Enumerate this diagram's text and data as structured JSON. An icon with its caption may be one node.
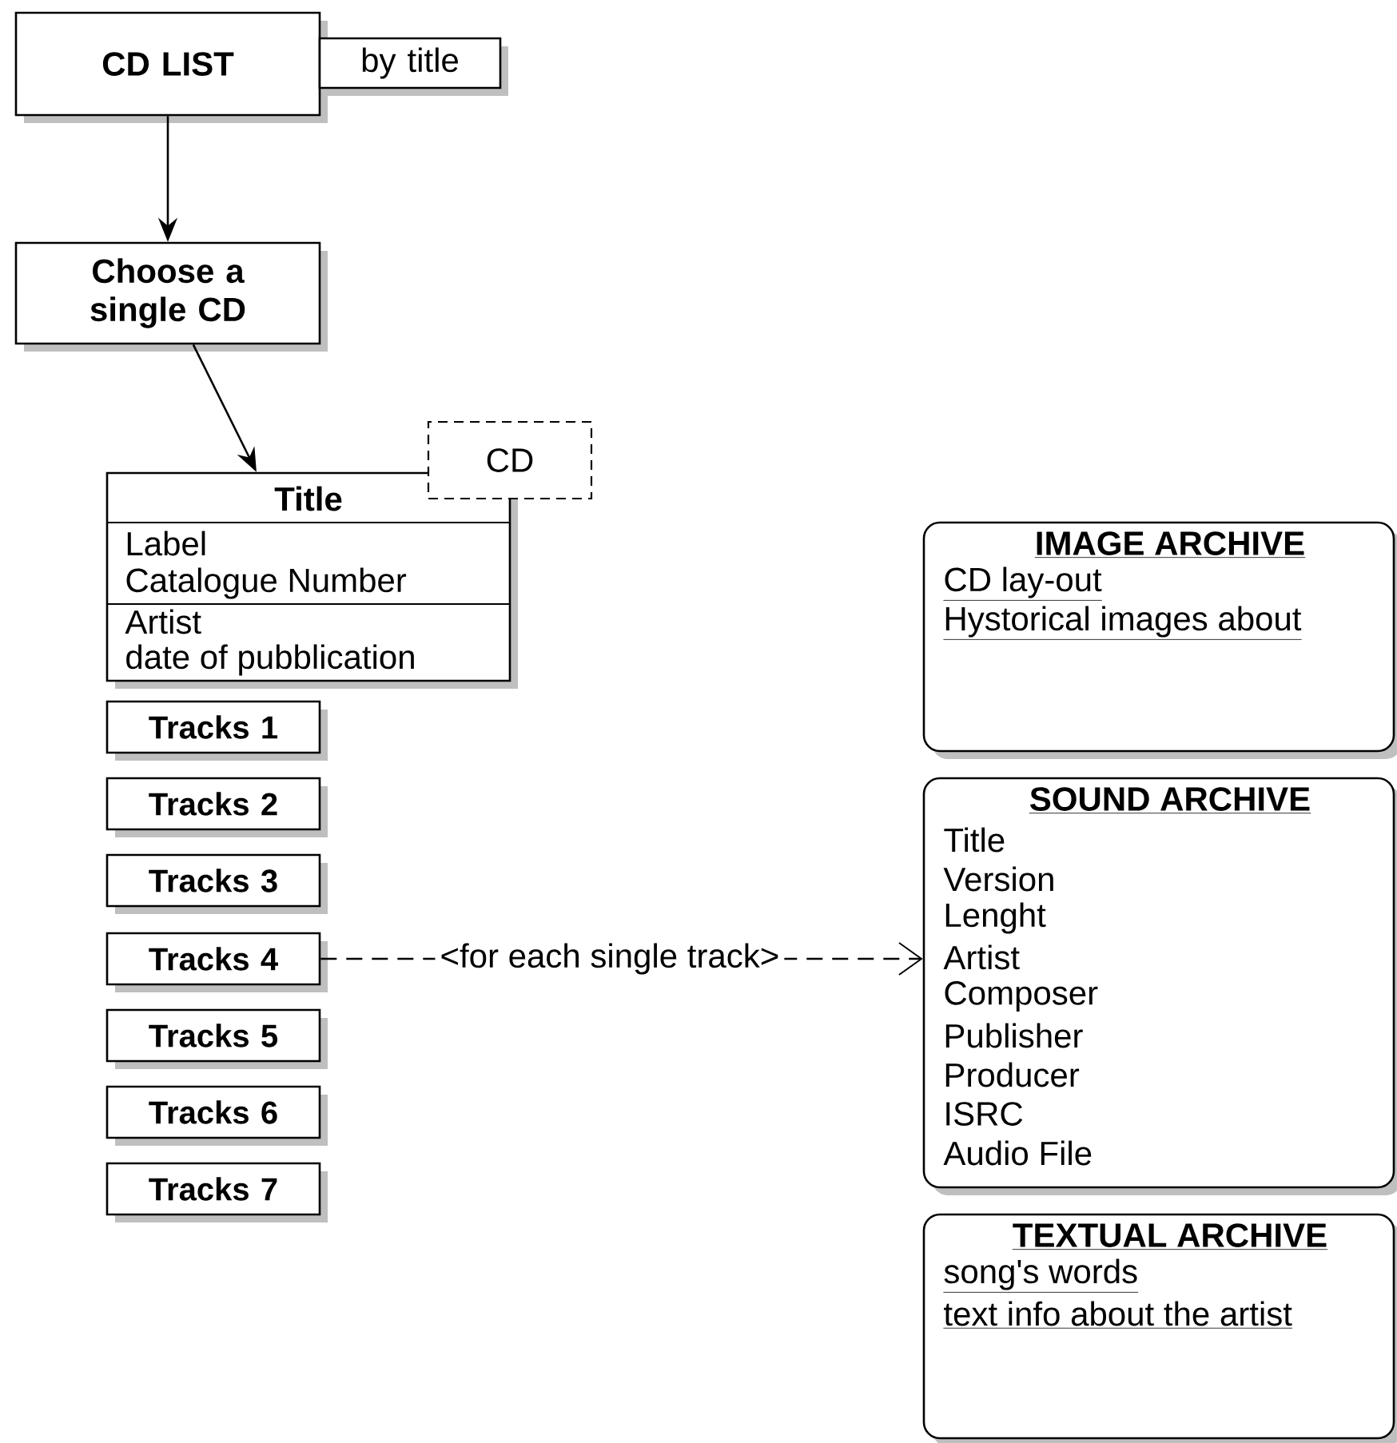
{
  "diagram": {
    "nodes": [
      {
        "text": [
          "CD LIST"
        ]
      },
      {
        "text": [
          "by title"
        ]
      },
      {
        "text": [
          "Choose a single CD"
        ]
      },
      {
        "text": [
          "Title",
          "Label",
          "Catalogue Number",
          "Artist",
          "date of pubblication"
        ]
      },
      {
        "text": [
          "CD"
        ]
      },
      {
        "text": [
          "Tracks 1"
        ]
      },
      {
        "text": [
          "Tracks 2"
        ]
      },
      {
        "text": [
          "Tracks 3"
        ]
      },
      {
        "text": [
          "Tracks 4"
        ]
      },
      {
        "text": [
          "Tracks 5"
        ]
      },
      {
        "text": [
          "Tracks 6"
        ]
      },
      {
        "text": [
          "Tracks 7"
        ]
      },
      {
        "text": [
          "IMAGE ARCHIVE",
          "CD lay-out",
          "Hystorical images about"
        ]
      },
      {
        "text": [
          "SOUND ARCHIVE",
          "Title",
          "Version",
          "Lenght",
          "Artist",
          "Composer",
          "Publisher",
          "Producer",
          "ISRC",
          "Audio File"
        ]
      },
      {
        "text": [
          "TEXTUAL ARCHIVE",
          "song's words",
          "text info about the artist"
        ]
      }
    ],
    "edges": [
      {
        "from": 0,
        "to": 2,
        "arrow": "to"
      },
      {
        "from": 2,
        "to": 3,
        "arrow": "to"
      },
      {
        "from": 8,
        "to": 13,
        "arrow": "to",
        "label": "<for each single track>",
        "style": "dashed"
      }
    ]
  }
}
